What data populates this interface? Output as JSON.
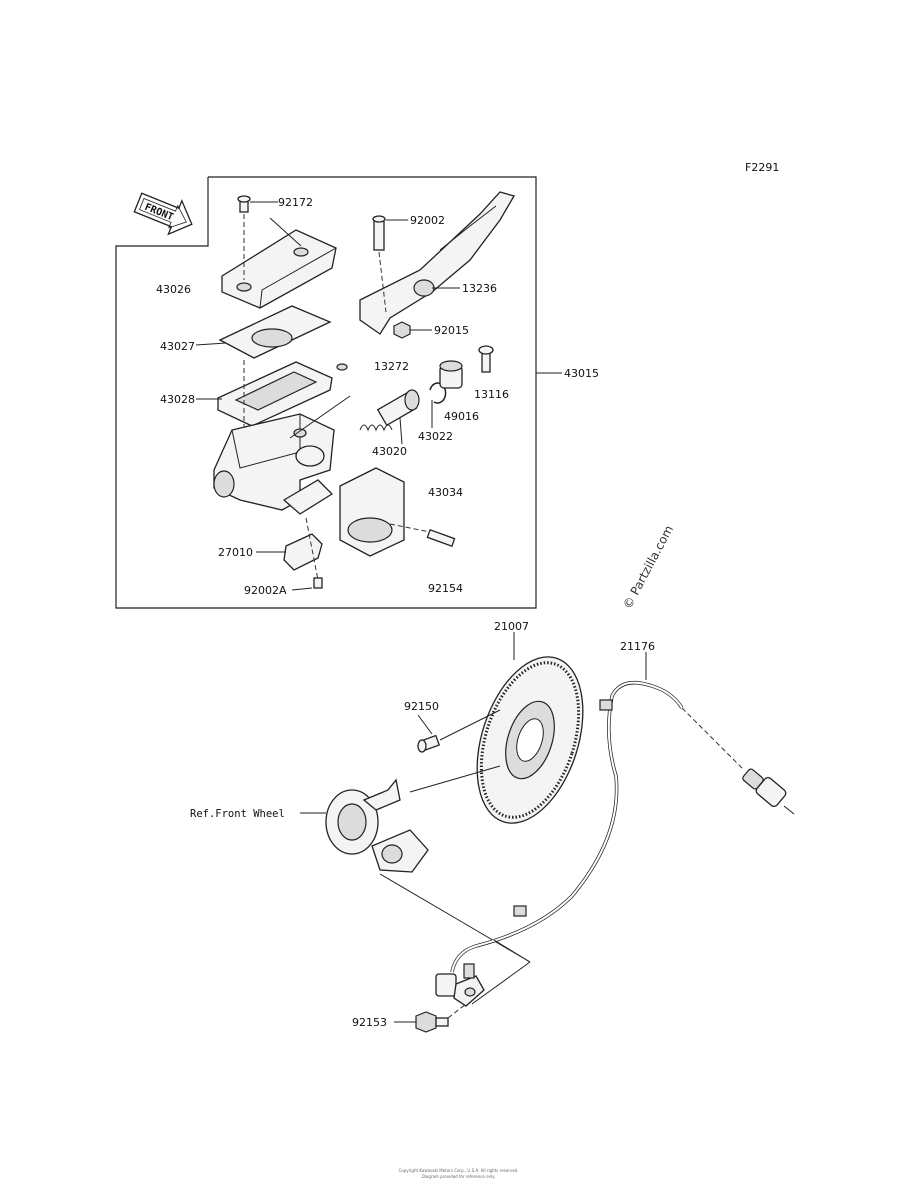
{
  "figure_code": "F2291",
  "front_arrow": {
    "text": "FRONT",
    "icon": "front-direction-arrow-icon"
  },
  "watermark": "© Partzilla.com",
  "reference_label": "Ref.Front Wheel",
  "callouts": {
    "c92172": "92172",
    "c92002": "92002",
    "c43026": "43026",
    "c13236": "13236",
    "c43027": "43027",
    "c92015": "92015",
    "c13272": "13272",
    "c43028": "43028",
    "c13116": "13116",
    "c43015": "43015",
    "c49016": "49016",
    "c43022": "43022",
    "c43020": "43020",
    "c43034": "43034",
    "c27010": "27010",
    "c92002A": "92002A",
    "c92154": "92154",
    "c21007": "21007",
    "c21176": "21176",
    "c92150": "92150",
    "c92153": "92153"
  },
  "footer": {
    "line1": "Copyright Kawasaki Motors Corp., U.S.A. All rights reserved.",
    "line2": "Diagram provided for reference only."
  }
}
